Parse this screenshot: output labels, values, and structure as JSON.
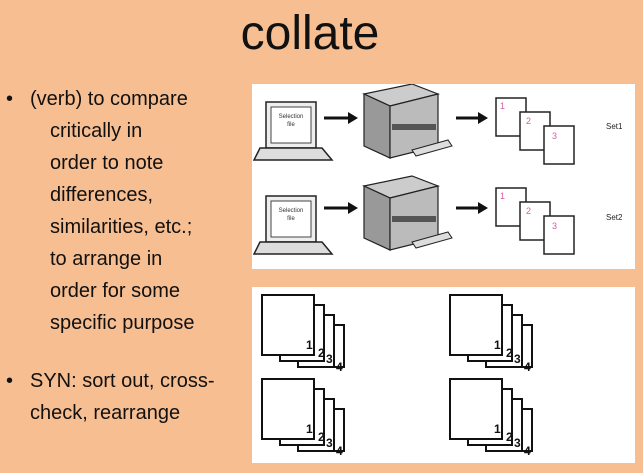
{
  "slide": {
    "title": "collate",
    "definition": {
      "bullet": "•",
      "first_line": "(verb) to compare",
      "lines": [
        "critically in",
        "order to note",
        "differences,",
        "similarities, etc.;",
        "to arrange in",
        "order for some",
        "specific purpose"
      ]
    },
    "synonyms": {
      "bullet": "•",
      "first_line": "SYN: sort out, cross-",
      "lines": [
        "check, rearrange"
      ]
    }
  },
  "diagram_top": {
    "screen_text": [
      "Selection",
      "file"
    ],
    "set_labels": [
      "Set1",
      "Set2"
    ],
    "page_numbers": [
      "1",
      "2",
      "3"
    ]
  },
  "diagram_bottom": {
    "page_numbers": [
      "1",
      "2",
      "3",
      "4"
    ]
  },
  "colors": {
    "background": "#f7be92",
    "page_number_pink": "#d65ca8"
  }
}
